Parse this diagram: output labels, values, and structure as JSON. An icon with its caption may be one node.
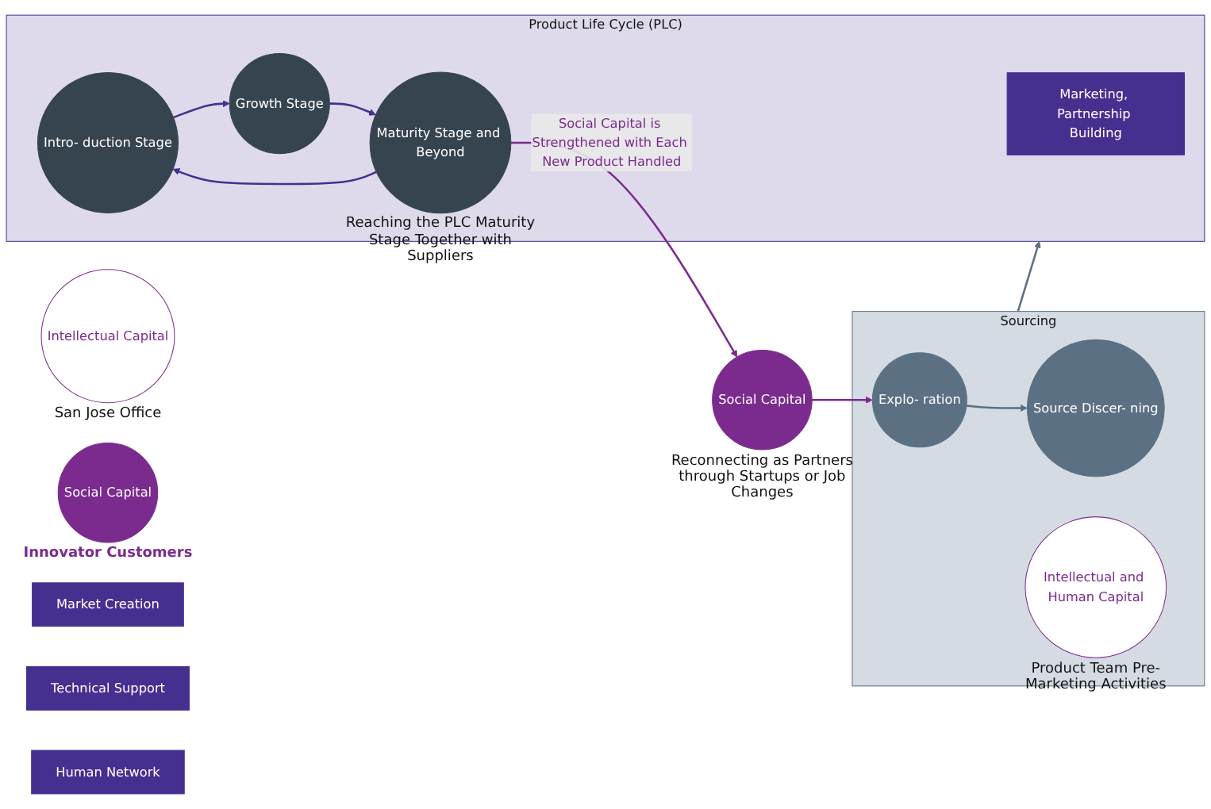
{
  "diagram": {
    "nodes": [
      {
        "text": [
          "Sourcing"
        ]
      },
      {
        "text": [
          "Intellectual Capital"
        ],
        "beside": [
          "San Jose Office"
        ]
      },
      {
        "text": [
          "Explo- ration"
        ],
        "in": 0
      },
      {
        "text": [
          "Source Discer- ning"
        ],
        "in": 0
      },
      {
        "text": [
          "Intellectual and Human Capital"
        ],
        "in": 0,
        "beside": [
          "Product Team Pre-Marketing Activities"
        ]
      },
      {
        "text": [
          "Social Capital"
        ],
        "beside": [
          "Innovator Customers"
        ]
      },
      {
        "text": [
          "Product Life Cycle (PLC)"
        ]
      },
      {
        "text": [
          "Market Creation"
        ]
      },
      {
        "text": [
          "Marketing, Partnership Building"
        ],
        "in": 6
      },
      {
        "text": [
          "Technical Support"
        ]
      },
      {
        "text": [
          "Intro- duction Stage"
        ],
        "in": 6
      },
      {
        "text": [
          "Growth Stage"
        ],
        "in": 6
      },
      {
        "text": [
          "Maturity Stage and Beyond"
        ],
        "in": 6,
        "beside": [
          "Reaching the PLC Maturity Stage Together with Suppliers"
        ]
      },
      {
        "text": [
          "Social Capital"
        ],
        "beside": [
          "Reconnecting as Partners through Startups or Job Changes"
        ]
      },
      {
        "text": [
          "Human Network"
        ]
      }
    ],
    "edges": [
      {
        "from": 2,
        "to": 3,
        "arrow": "to",
        "color": "#5b7083"
      },
      {
        "from": 0,
        "to": 6,
        "arrow": "to",
        "color": "#5b7083"
      },
      {
        "from": 10,
        "to": 11,
        "arrow": "to"
      },
      {
        "from": 11,
        "to": 12,
        "arrow": "to"
      },
      {
        "from": 12,
        "to": 10,
        "arrow": "to"
      },
      {
        "from": 12,
        "to": 13,
        "arrow": "to",
        "label": "Social Capital is Strengthened with Each New Product Handled",
        "color": "#7b2a8e"
      },
      {
        "from": 13,
        "to": 2,
        "arrow": "to",
        "color": "#7b2a8e"
      }
    ]
  }
}
